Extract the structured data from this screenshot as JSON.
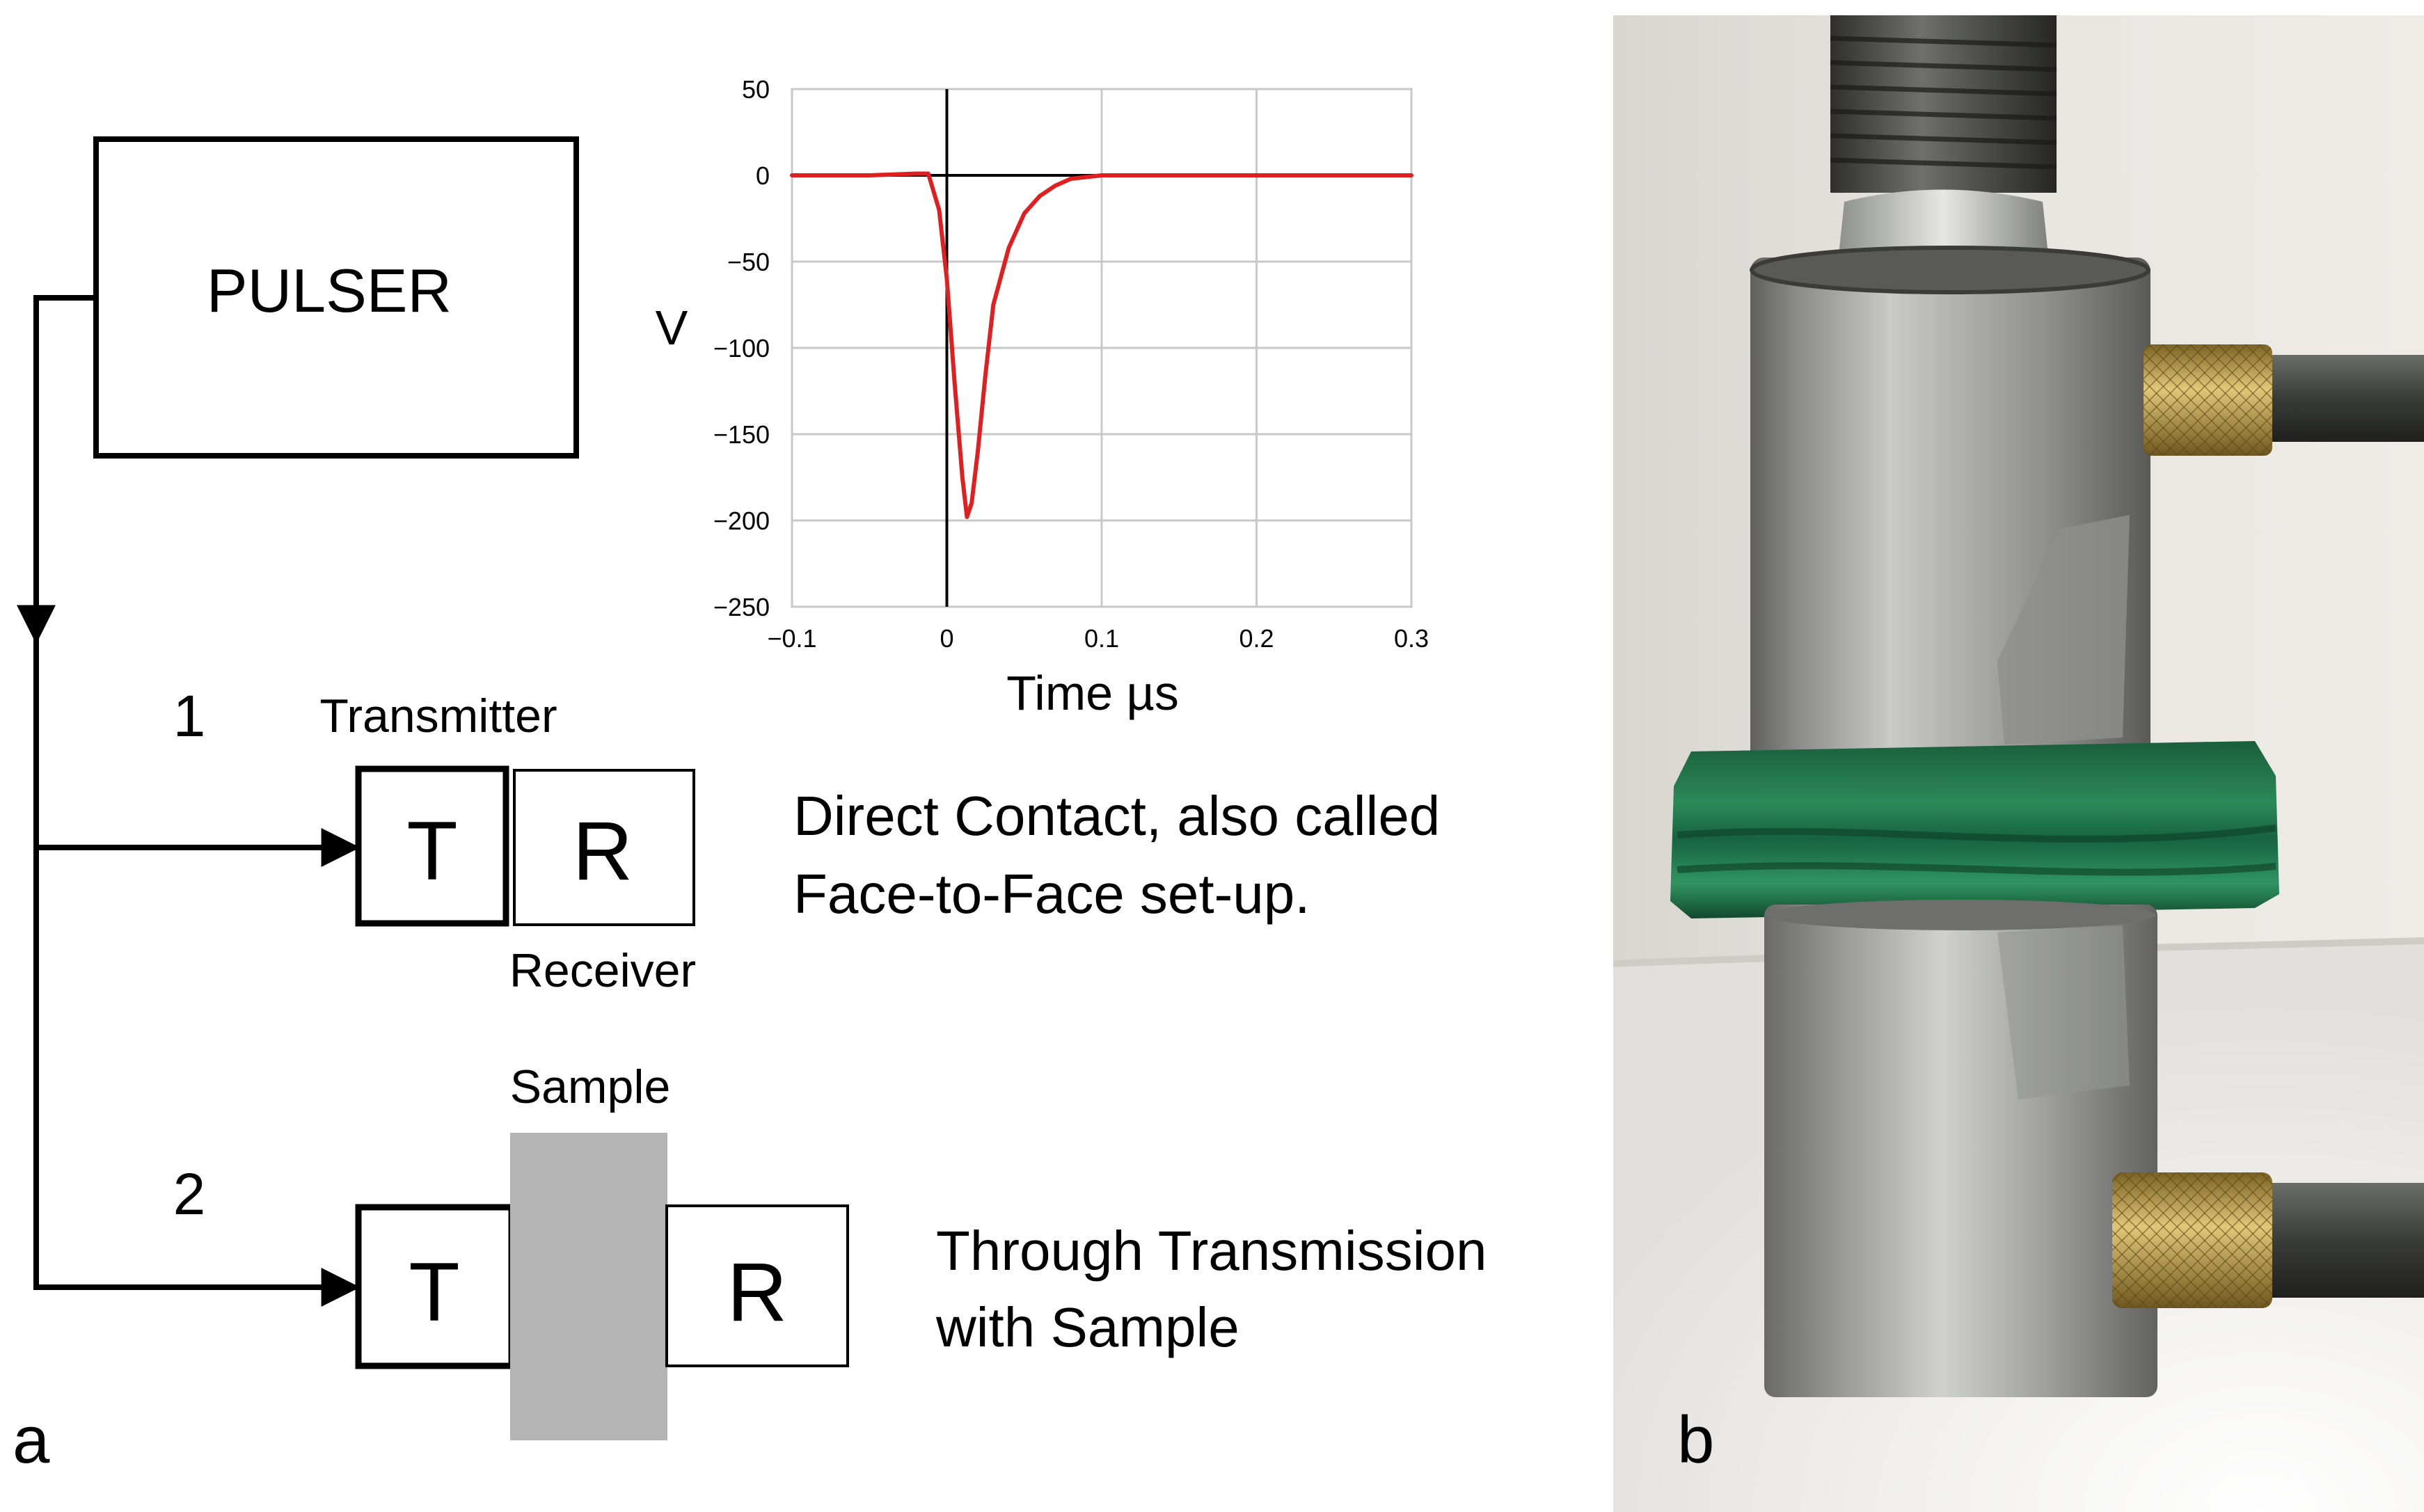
{
  "panel_a": {
    "label": "a",
    "pulser_label": "PULSER",
    "setup1": {
      "number": "1",
      "transmitter_title": "Transmitter",
      "receiver_title": "Receiver",
      "t_label": "T",
      "r_label": "R",
      "caption_line1": "Direct Contact, also called",
      "caption_line2": "Face-to-Face set-up."
    },
    "setup2": {
      "number": "2",
      "sample_title": "Sample",
      "t_label": "T",
      "r_label": "R",
      "caption_line1": "Through Transmission",
      "caption_line2": "with Sample"
    }
  },
  "panel_b": {
    "label": "b"
  },
  "colors": {
    "trace": "#e02020",
    "sample": "#b4b4b4",
    "malachite": "#1f7a4a",
    "steel": "#a9aaa8"
  },
  "chart_data": {
    "type": "line",
    "title": "",
    "xlabel": "Time  µs",
    "ylabel": "V",
    "xlim": [
      -0.1,
      0.3
    ],
    "ylim": [
      -250,
      50
    ],
    "xticks": [
      -0.1,
      0,
      0.1,
      0.2,
      0.3
    ],
    "yticks": [
      50,
      0,
      -50,
      -100,
      -150,
      -200,
      -250
    ],
    "xtick_labels": [
      "−0.1",
      "0",
      "0.1",
      "0.2",
      "0.3"
    ],
    "ytick_labels": [
      "50",
      "0",
      "−50",
      "−100",
      "−150",
      "−200",
      "−250"
    ],
    "grid": true,
    "series": [
      {
        "color": "#e02020",
        "x": [
          -0.1,
          -0.05,
          -0.02,
          -0.012,
          -0.005,
          0.0,
          0.005,
          0.01,
          0.013,
          0.016,
          0.02,
          0.025,
          0.03,
          0.04,
          0.05,
          0.06,
          0.07,
          0.08,
          0.09,
          0.1,
          0.15,
          0.2,
          0.25,
          0.3
        ],
        "y": [
          0,
          0,
          1,
          1,
          -20,
          -60,
          -120,
          -175,
          -198,
          -190,
          -160,
          -115,
          -75,
          -42,
          -22,
          -12,
          -6,
          -2,
          -1,
          0,
          0,
          0,
          0,
          0
        ]
      }
    ]
  }
}
